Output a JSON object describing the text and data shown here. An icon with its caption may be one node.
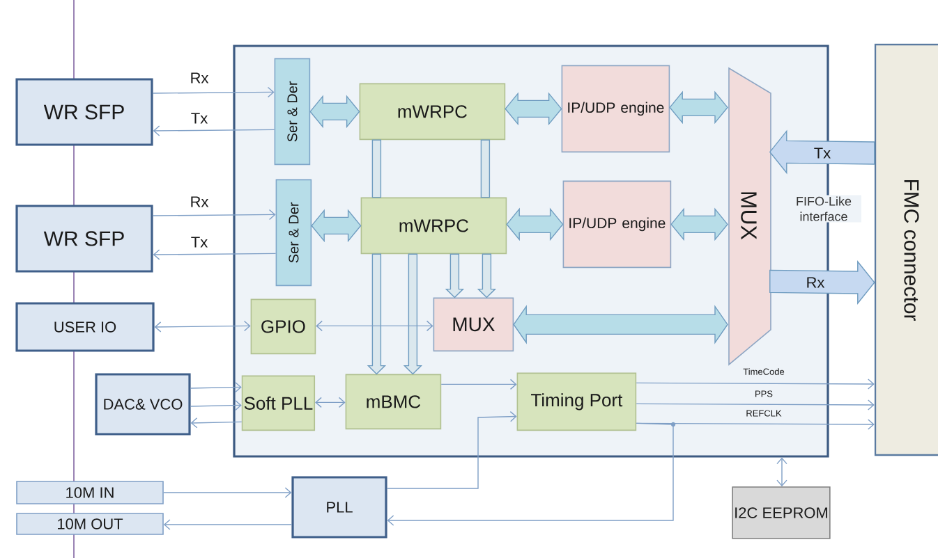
{
  "diagram": {
    "nodes": [
      {
        "text": [],
        "shape": "box"
      },
      {
        "text": [
          "WR SFP"
        ]
      },
      {
        "text": [
          "WR SFP"
        ]
      },
      {
        "text": [
          "USER IO"
        ]
      },
      {
        "text": [
          "DAC& VCO"
        ]
      },
      {
        "text": [
          "10M IN"
        ]
      },
      {
        "text": [
          "10M OUT"
        ]
      },
      {
        "text": [
          "PLL"
        ]
      },
      {
        "text": [
          "Ser & Der"
        ],
        "in": 0
      },
      {
        "text": [
          "Ser & Der"
        ],
        "in": 0
      },
      {
        "text": [
          "mWRPC"
        ],
        "in": 0
      },
      {
        "text": [
          "mWRPC"
        ],
        "in": 0
      },
      {
        "text": [
          "IP/UDP engine"
        ],
        "in": 0
      },
      {
        "text": [
          "IP/UDP engine"
        ],
        "in": 0
      },
      {
        "text": [
          "MUX"
        ],
        "in": 0
      },
      {
        "text": [
          "MUX"
        ],
        "in": 0
      },
      {
        "text": [
          "GPIO"
        ],
        "in": 0
      },
      {
        "text": [
          "Soft PLL"
        ],
        "in": 0
      },
      {
        "text": [
          "mBMC"
        ],
        "in": 0
      },
      {
        "text": [
          "Timing Port"
        ],
        "in": 0
      },
      {
        "text": [
          "FMC connector"
        ]
      },
      {
        "text": [
          "I2C EEPROM"
        ]
      }
    ],
    "edges": [
      {
        "from": 1,
        "to": 8,
        "arrow": "to",
        "label": "Rx"
      },
      {
        "from": 8,
        "to": 1,
        "arrow": "to",
        "label": "Tx"
      },
      {
        "from": 2,
        "to": 9,
        "arrow": "to",
        "label": "Rx"
      },
      {
        "from": 9,
        "to": 2,
        "arrow": "to",
        "label": "Tx"
      },
      {
        "from": 8,
        "to": 10,
        "arrow": "both",
        "style": "thick",
        "color": "#b7dde8"
      },
      {
        "from": 9,
        "to": 11,
        "arrow": "both",
        "style": "thick",
        "color": "#b7dde8"
      },
      {
        "from": 10,
        "to": 12,
        "arrow": "both",
        "style": "thick",
        "color": "#b7dde8"
      },
      {
        "from": 11,
        "to": 13,
        "arrow": "both",
        "style": "thick",
        "color": "#b7dde8"
      },
      {
        "from": 12,
        "to": 14,
        "arrow": "both",
        "style": "thick",
        "color": "#b7dde8"
      },
      {
        "from": 13,
        "to": 14,
        "arrow": "both",
        "style": "thick",
        "color": "#b7dde8"
      },
      {
        "from": 15,
        "to": 14,
        "arrow": "both",
        "style": "thick",
        "color": "#b7dde8"
      },
      {
        "from": 20,
        "to": 14,
        "arrow": "to",
        "style": "thick",
        "color": "#c6d9f1",
        "label": "Tx"
      },
      {
        "from": 14,
        "to": 20,
        "arrow": "to",
        "style": "thick",
        "color": "#c6d9f1",
        "label": "Rx"
      },
      {
        "from": 10,
        "to": 11,
        "arrow": "none",
        "style": "thick",
        "color": "#dbe8ee"
      },
      {
        "from": 10,
        "to": 11,
        "arrow": "none",
        "style": "thick",
        "color": "#dbe8ee"
      },
      {
        "from": 11,
        "to": 18,
        "arrow": "to",
        "style": "thick",
        "color": "#dbe8ee"
      },
      {
        "from": 11,
        "to": 18,
        "arrow": "to",
        "style": "thick",
        "color": "#dbe8ee"
      },
      {
        "from": 11,
        "to": 15,
        "arrow": "to",
        "style": "thick",
        "color": "#dbe8ee"
      },
      {
        "from": 11,
        "to": 15,
        "arrow": "to",
        "style": "thick",
        "color": "#dbe8ee"
      },
      {
        "from": 3,
        "to": 16,
        "arrow": "both"
      },
      {
        "from": 16,
        "to": 15,
        "arrow": "both"
      },
      {
        "from": 4,
        "to": 17,
        "arrow": "to"
      },
      {
        "from": 4,
        "to": 17,
        "arrow": "to"
      },
      {
        "from": 17,
        "to": 4,
        "arrow": "to"
      },
      {
        "from": 17,
        "to": 18,
        "arrow": "both"
      },
      {
        "from": 18,
        "to": 19,
        "arrow": "to"
      },
      {
        "from": 7,
        "to": 19,
        "arrow": "to"
      },
      {
        "from": 5,
        "to": 7,
        "arrow": "to"
      },
      {
        "from": 7,
        "to": 6,
        "arrow": "to"
      },
      {
        "from": 19,
        "to": 7,
        "arrow": "to"
      },
      {
        "from": 19,
        "to": 20,
        "arrow": "to",
        "label": "TimeCode"
      },
      {
        "from": 19,
        "to": 20,
        "arrow": "to",
        "label": "PPS"
      },
      {
        "from": 19,
        "to": 20,
        "arrow": "to",
        "label": "REFCLK"
      },
      {
        "from": 0,
        "to": 21,
        "arrow": "both"
      }
    ],
    "labels": [
      "FIFO-Like interface"
    ]
  }
}
